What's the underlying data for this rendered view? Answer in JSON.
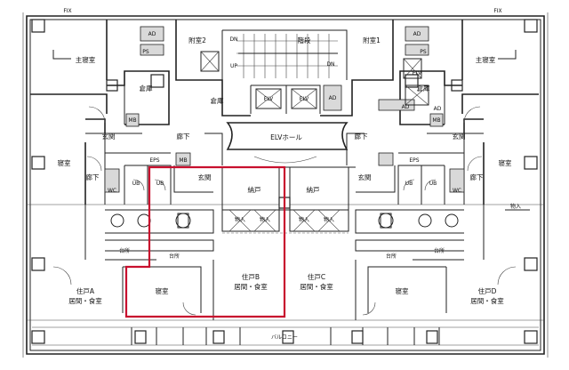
{
  "labels": {
    "fix_left": "FIX",
    "fix_right": "FIX",
    "master_bed_left": "主寝室",
    "master_bed_right": "主寝室",
    "annex2": "附室2",
    "annex1": "附室1",
    "stairs": "階段",
    "storage_left": "倉庫",
    "storage_mid": "倉庫",
    "storage_right": "倉庫",
    "ad_1": "AD",
    "ad_2": "AD",
    "ad_3": "AD",
    "ad_4": "AD",
    "ad_5": "AD",
    "ps_left": "PS",
    "ps_right": "PS",
    "dn_1": "DN",
    "dn_2": "DN",
    "up": "UP",
    "elv_1": "ELV",
    "elv_2": "ELV",
    "elv_3": "ELV",
    "elv_hall": "ELVホール",
    "mb_left": "MB",
    "mb_mid": "MB",
    "mb_right": "MB",
    "entrance_1": "玄関",
    "entrance_2": "玄関",
    "entrance_3": "玄関",
    "entrance_4": "玄関",
    "corridor_1": "廊下",
    "corridor_2": "廊下",
    "corridor_3": "廊下",
    "corridor_4": "廊下",
    "bedroom_left": "寝室",
    "bedroom_right": "寝室",
    "eps_left": "EPS",
    "eps_right": "EPS",
    "ub_1": "UB",
    "ub_2": "UB",
    "ub_3": "UB",
    "ub_4": "UB",
    "wc_1": "WC",
    "wc_2": "WC",
    "closet_b": "納戸",
    "closet_c": "納戸",
    "storage_in_1": "物入",
    "storage_in_2": "物入",
    "storage_in_3": "物入",
    "storage_in_4": "物入",
    "storage_in_5": "物入",
    "kitchen_1": "台所",
    "kitchen_2": "台所",
    "kitchen_3": "台所",
    "kitchen_4": "台所",
    "bedroom_b": "寝室",
    "bedroom_c": "寝室",
    "unit_a": "住戸A",
    "unit_a_sub": "居間・食室",
    "unit_b": "住戸B",
    "unit_b_sub": "居間・食室",
    "unit_c": "住戸C",
    "unit_c_sub": "居間・食室",
    "unit_d": "住戸D",
    "unit_d_sub": "居間・食室",
    "balcony": "バルコニー"
  },
  "colors": {
    "line": "#222222",
    "highlight": "#c8102e",
    "shaft": "#d9d9d9"
  }
}
